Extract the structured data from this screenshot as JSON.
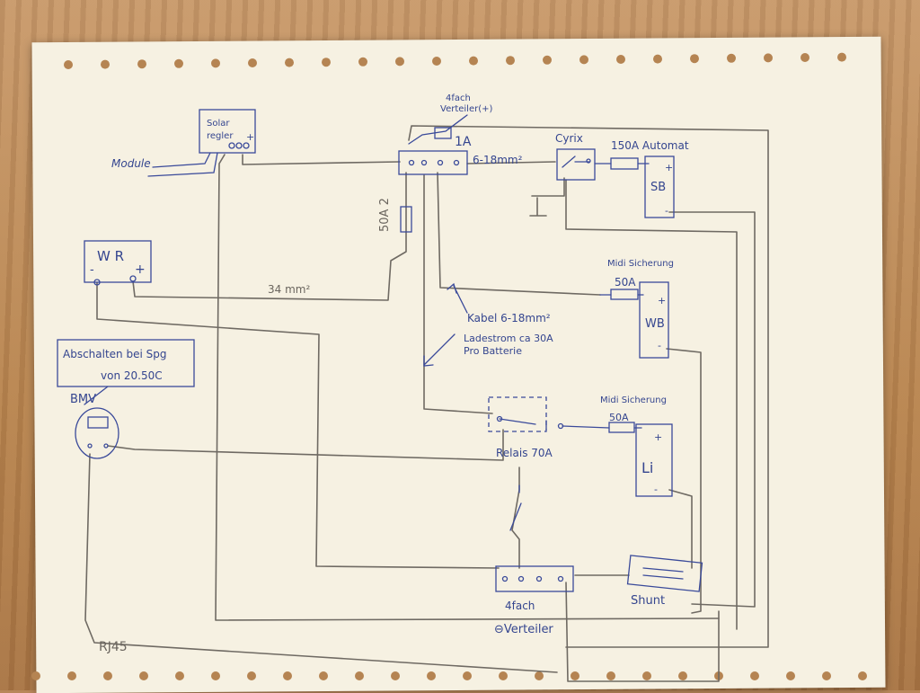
{
  "labels": {
    "solar_regler": [
      "Solar",
      "regler"
    ],
    "module": "Module",
    "verteiler_plus": [
      "4fach",
      "Verteiler(+)"
    ],
    "fuse_1a": "1A",
    "cable_top": "6-18mm²",
    "cyrix": "Cyrix",
    "automat": "150A Automat",
    "sb": "SB",
    "fuse_50a_vertical": "50A 2",
    "wr": "W R",
    "wr_minus": "-",
    "wr_plus": "+",
    "cable_34": "34 mm²",
    "midi_1": "Midi Sicherung",
    "midi_1_fuse": "50A",
    "wb": "WB",
    "kabel": "Kabel 6-18mm²",
    "ladestrom": [
      "Ladestrom ca 30A",
      "Pro Batterie"
    ],
    "abschalten": [
      "Abschalten bei Spg",
      "von 20.50C"
    ],
    "bmv": "BMV",
    "midi_2": "Midi Sicherung",
    "midi_2_fuse": "50A",
    "li": "Li",
    "relais": "Relais 70A",
    "verteiler_minus": [
      "4fach",
      "⊖Verteiler"
    ],
    "shunt": "Shunt",
    "rj45": "RJ45",
    "plus": "+",
    "minus": "-"
  }
}
